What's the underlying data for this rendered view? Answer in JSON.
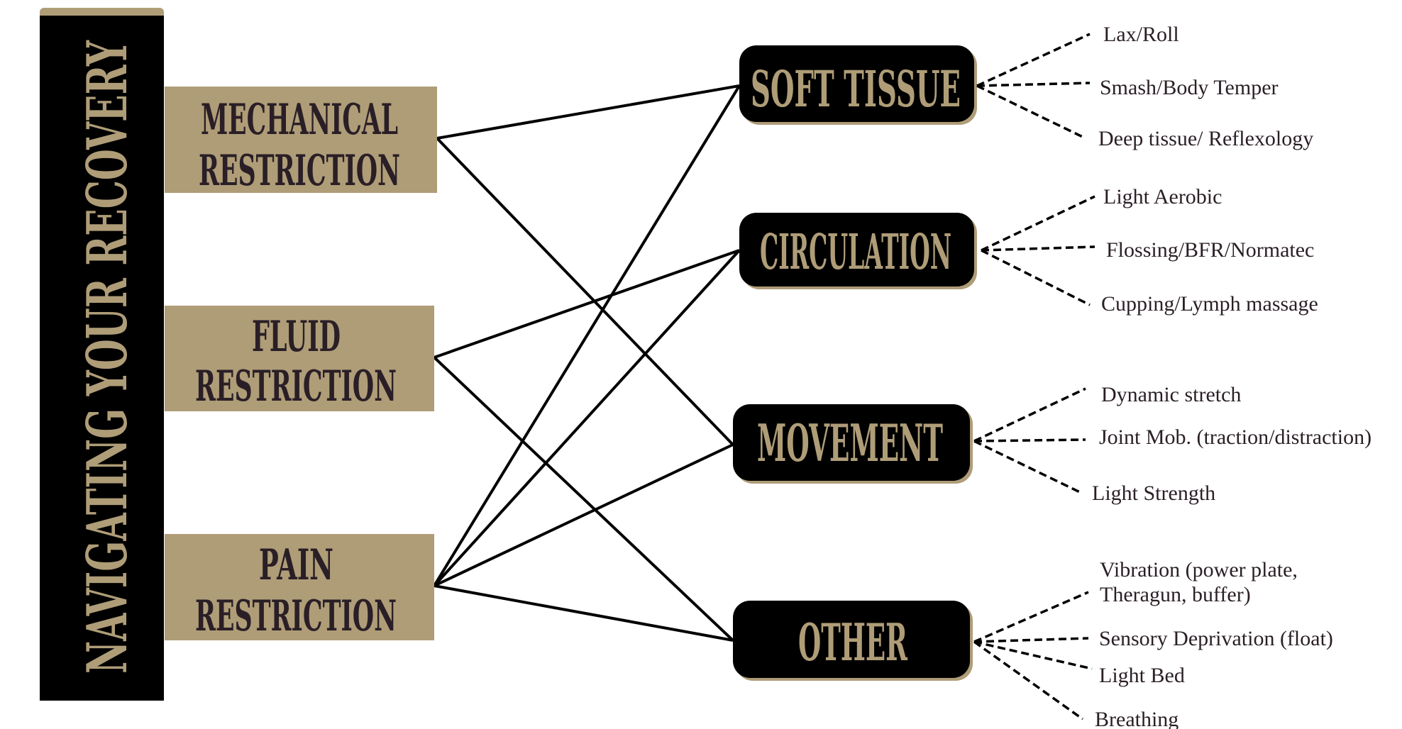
{
  "title": "NAVIGATING YOUR RECOVERY",
  "colors": {
    "tan": "#af9d78",
    "dark_text": "#2a1f26",
    "black": "#000000"
  },
  "restrictions": [
    {
      "line1": "MECHANICAL",
      "line2": "RESTRICTION"
    },
    {
      "line1": "FLUID",
      "line2": "RESTRICTION"
    },
    {
      "line1": "PAIN",
      "line2": "RESTRICTION"
    }
  ],
  "categories": [
    {
      "label": "SOFT TISSUE",
      "items": [
        "Lax/Roll",
        "Smash/Body Temper",
        "Deep tissue/ Reflexology"
      ]
    },
    {
      "label": "CIRCULATION",
      "items": [
        "Light Aerobic",
        "Flossing/BFR/Normatec",
        "Cupping/Lymph massage"
      ]
    },
    {
      "label": "MOVEMENT",
      "items": [
        "Dynamic stretch",
        "Joint Mob. (traction/distraction)",
        "Light Strength"
      ]
    },
    {
      "label": "OTHER",
      "items": [
        "Vibration (power plate,",
        "Theragun, buffer)",
        "Sensory Deprivation (float)",
        "Light Bed",
        "Breathing"
      ]
    }
  ],
  "connections": [
    [
      "MECHANICAL RESTRICTION",
      "SOFT TISSUE"
    ],
    [
      "MECHANICAL RESTRICTION",
      "MOVEMENT"
    ],
    [
      "FLUID RESTRICTION",
      "CIRCULATION"
    ],
    [
      "FLUID RESTRICTION",
      "OTHER"
    ],
    [
      "PAIN RESTRICTION",
      "SOFT TISSUE"
    ],
    [
      "PAIN RESTRICTION",
      "CIRCULATION"
    ],
    [
      "PAIN RESTRICTION",
      "MOVEMENT"
    ],
    [
      "PAIN RESTRICTION",
      "OTHER"
    ]
  ]
}
